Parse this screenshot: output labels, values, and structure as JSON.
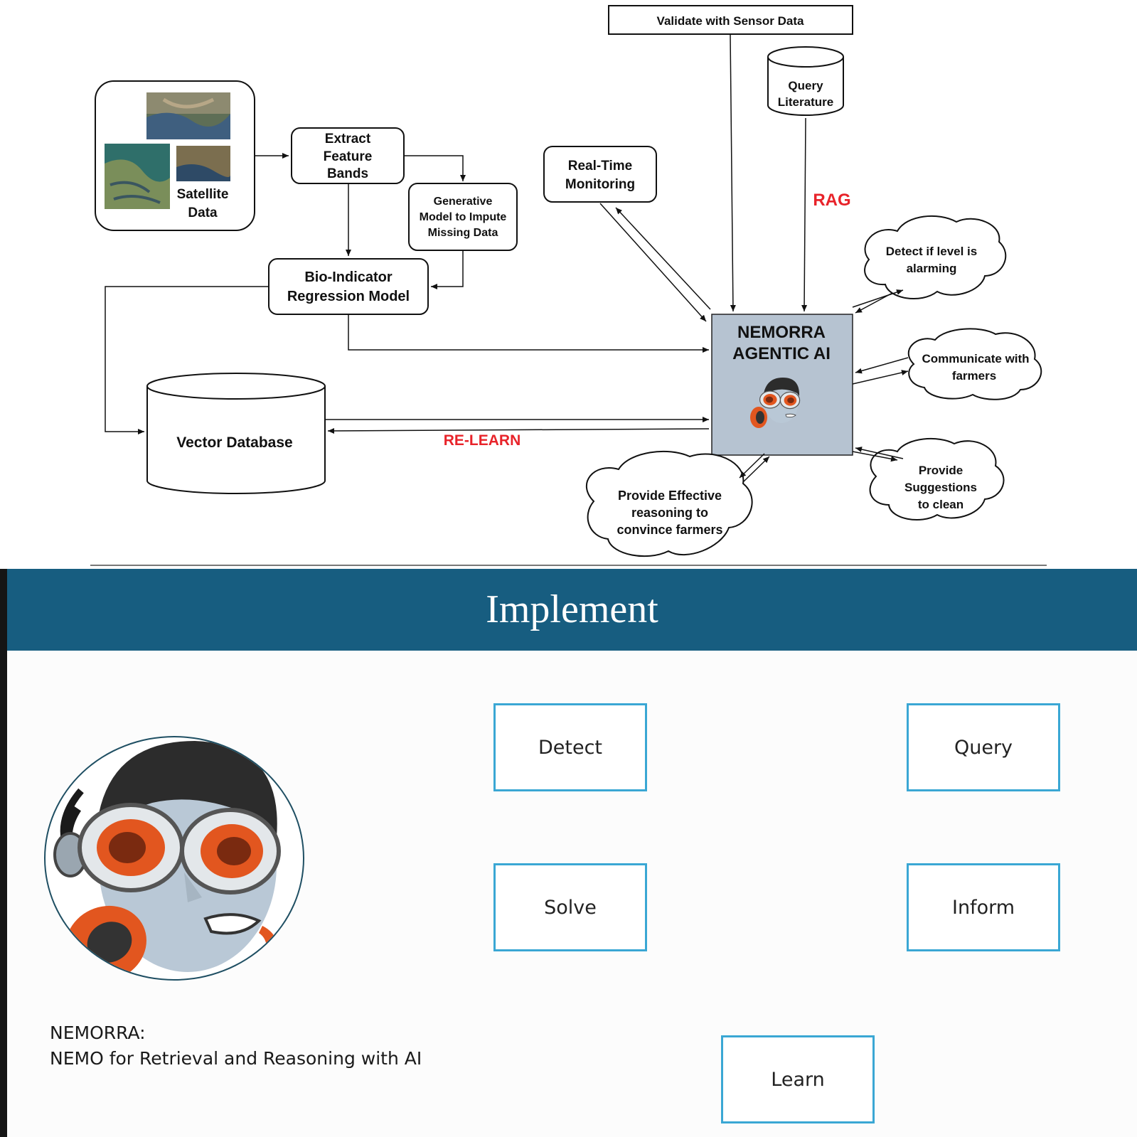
{
  "diagram": {
    "validate_sensor": "Validate with Sensor Data",
    "query_literature": [
      "Query",
      "Literature"
    ],
    "satellite": [
      "Satellite",
      "Data"
    ],
    "extract": [
      "Extract",
      "Feature",
      "Bands"
    ],
    "generative": [
      "Generative",
      "Model to Impute",
      "Missing Data"
    ],
    "realtime": [
      "Real-Time",
      "Monitoring"
    ],
    "rag": "RAG",
    "bio": [
      "Bio-Indicator",
      "Regression Model"
    ],
    "vector_db": "Vector Database",
    "relearn": "RE-LEARN",
    "agent": [
      "NEMORRA",
      "AGENTIC AI"
    ],
    "detect_cloud": [
      "Detect if level is",
      "alarming"
    ],
    "communicate_cloud": [
      "Communicate with",
      "farmers"
    ],
    "suggest_cloud": [
      "Provide",
      "Suggestions",
      "to clean"
    ],
    "reasoning_cloud": [
      "Provide Effective",
      "reasoning to",
      "convince farmers"
    ],
    "colors": {
      "red_label": "#e8232a",
      "agent_fill": "#b6c3d1"
    }
  },
  "slide": {
    "title": "Implement",
    "banner_color": "#175d80",
    "box_border_color": "#3aa7d4",
    "actions": {
      "detect": "Detect",
      "query": "Query",
      "solve": "Solve",
      "inform": "Inform",
      "learn": "Learn"
    },
    "caption_line1": "NEMORRA:",
    "caption_line2": "NEMO for Retrieval and Reasoning with AI"
  }
}
